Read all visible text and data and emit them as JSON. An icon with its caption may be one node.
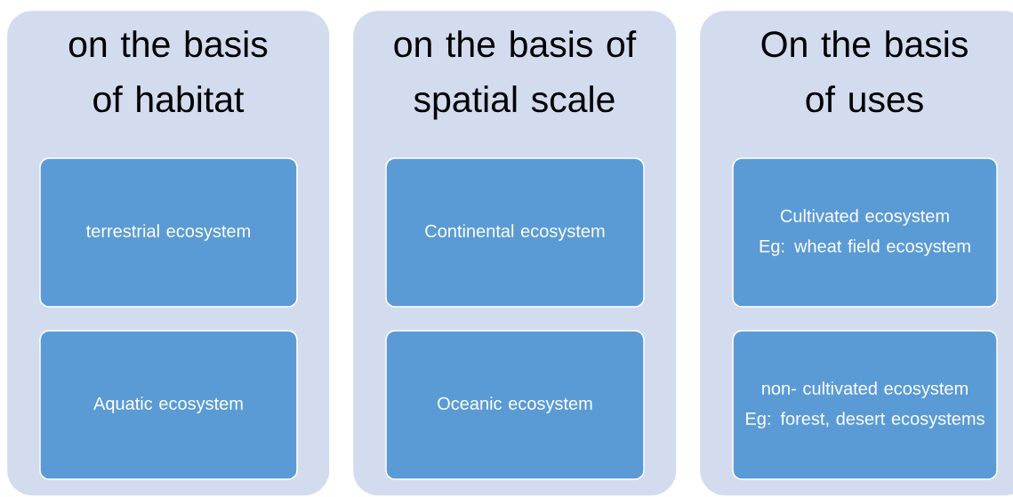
{
  "diagram": {
    "nodes": [
      {
        "text": [
          "on the basis of habitat"
        ]
      },
      {
        "text": [
          "terrestrial ecosystem"
        ],
        "in": 0
      },
      {
        "text": [
          "Aquatic ecosystem"
        ],
        "in": 0
      },
      {
        "text": [
          "on the basis of spatial scale"
        ]
      },
      {
        "text": [
          "Continental ecosystem"
        ],
        "in": 3
      },
      {
        "text": [
          "Oceanic ecosystem"
        ],
        "in": 3
      },
      {
        "text": [
          "On the basis of uses"
        ]
      },
      {
        "text": [
          "Cultivated ecosystem",
          "Eg: wheat field ecosystem"
        ],
        "in": 6
      },
      {
        "text": [
          "non- cultivated ecosystem",
          "Eg: forest, desert ecosystems"
        ],
        "in": 6
      }
    ],
    "edges": []
  }
}
